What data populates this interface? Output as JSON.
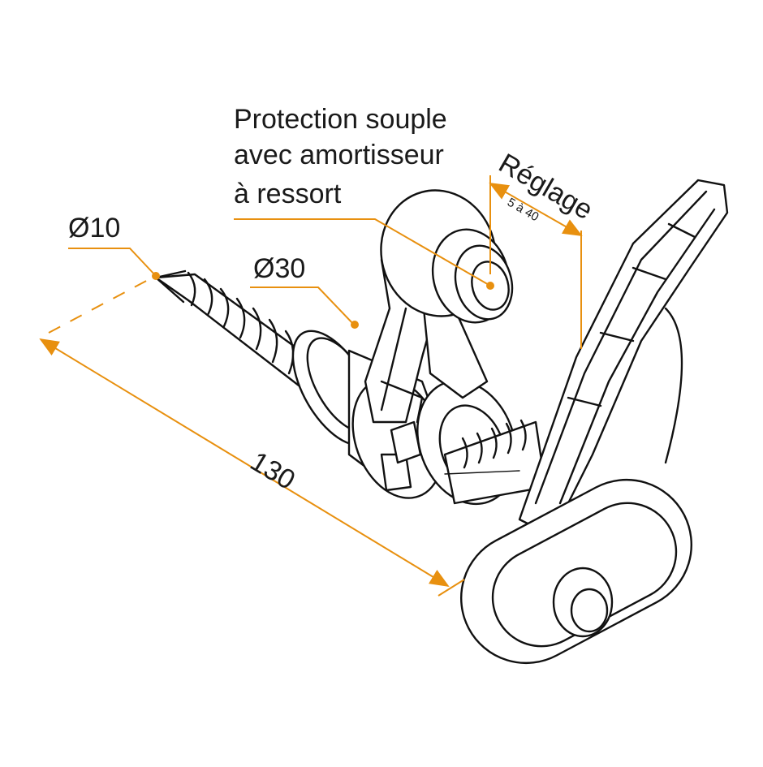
{
  "labels": {
    "protection_line1": "Protection souple",
    "protection_line2": "avec amortisseur",
    "protection_line3": "à ressort",
    "diameter_tip": "Ø10",
    "diameter_washer": "Ø30",
    "length": "130",
    "adjustment": "Réglage",
    "adjustment_range": "5 à 40"
  },
  "colors": {
    "dimension": "#e8900f",
    "ink": "#111111",
    "background": "#ffffff"
  }
}
